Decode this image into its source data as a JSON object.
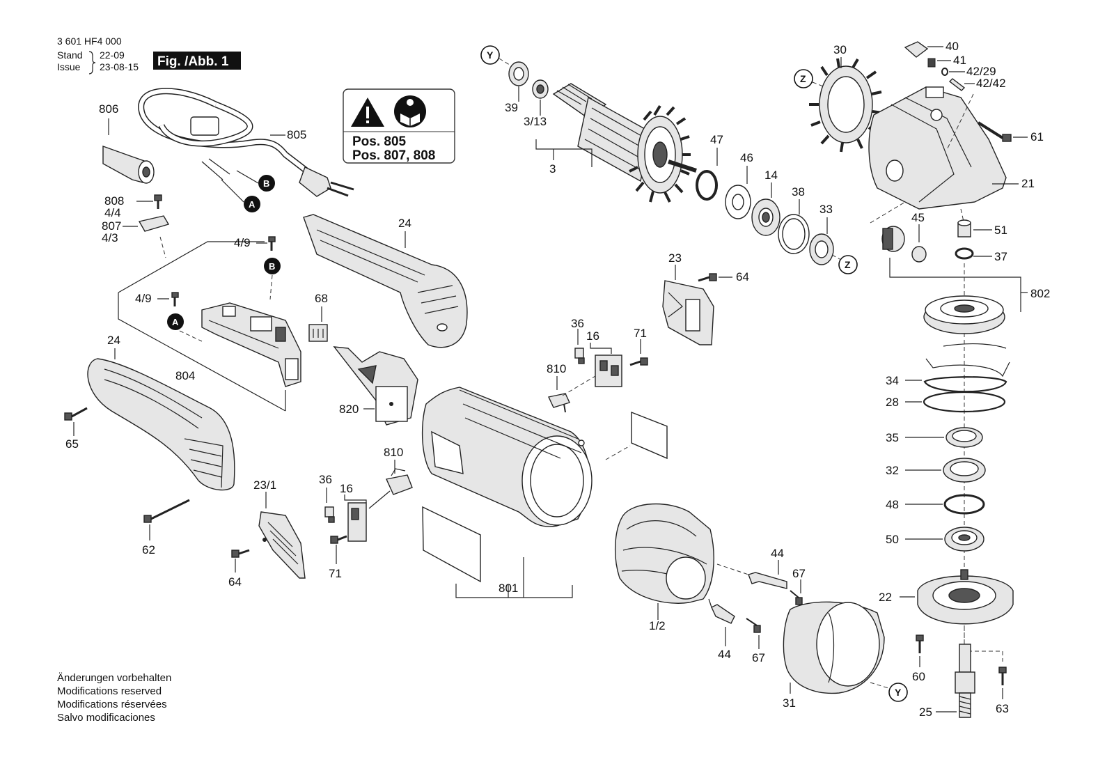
{
  "header": {
    "doc_number": "3 601 HF4 000",
    "stand_label": "Stand",
    "issue_label": "Issue",
    "stand_value": "22-09",
    "issue_value": "23-08-15",
    "figure_label": "Fig. /Abb. 1"
  },
  "warning_box": {
    "line1": "Pos. 805",
    "line2": "Pos. 807, 808"
  },
  "markers": {
    "A": "A",
    "B": "B",
    "Y": "Y",
    "Z": "Z"
  },
  "labels": {
    "p806": "806",
    "p805": "805",
    "p808": "808",
    "p4_4": "4/4",
    "p807": "807",
    "p4_3": "4/3",
    "p4_9a": "4/9",
    "p4_9b": "4/9",
    "p24a": "24",
    "p24b": "24",
    "p804": "804",
    "p65": "65",
    "p62": "62",
    "p68": "68",
    "p820": "820",
    "p23_1": "23/1",
    "p64a": "64",
    "p36a": "36",
    "p16a": "16",
    "p810a": "810",
    "p71a": "71",
    "p39": "39",
    "p3_13": "3/13",
    "p3": "3",
    "p47": "47",
    "p46": "46",
    "p14": "14",
    "p38": "38",
    "p33": "33",
    "p23": "23",
    "p64b": "64",
    "p36b": "36",
    "p16b": "16",
    "p71b": "71",
    "p810b": "810",
    "p801": "801",
    "p1_2": "1/2",
    "p44a": "44",
    "p67a": "67",
    "p44b": "44",
    "p67b": "67",
    "p31": "31",
    "p30": "30",
    "p40": "40",
    "p41": "41",
    "p42_29": "42/29",
    "p42_42": "42/42",
    "p61": "61",
    "p21": "21",
    "p45": "45",
    "p51": "51",
    "p37": "37",
    "p802": "802",
    "p34": "34",
    "p28": "28",
    "p35": "35",
    "p32": "32",
    "p48": "48",
    "p50": "50",
    "p22": "22",
    "p60": "60",
    "p25": "25",
    "p63": "63"
  },
  "footer": {
    "line1": "Änderungen vorbehalten",
    "line2": "Modifications reserved",
    "line3": "Modifications réservées",
    "line4": "Salvo modificaciones"
  }
}
